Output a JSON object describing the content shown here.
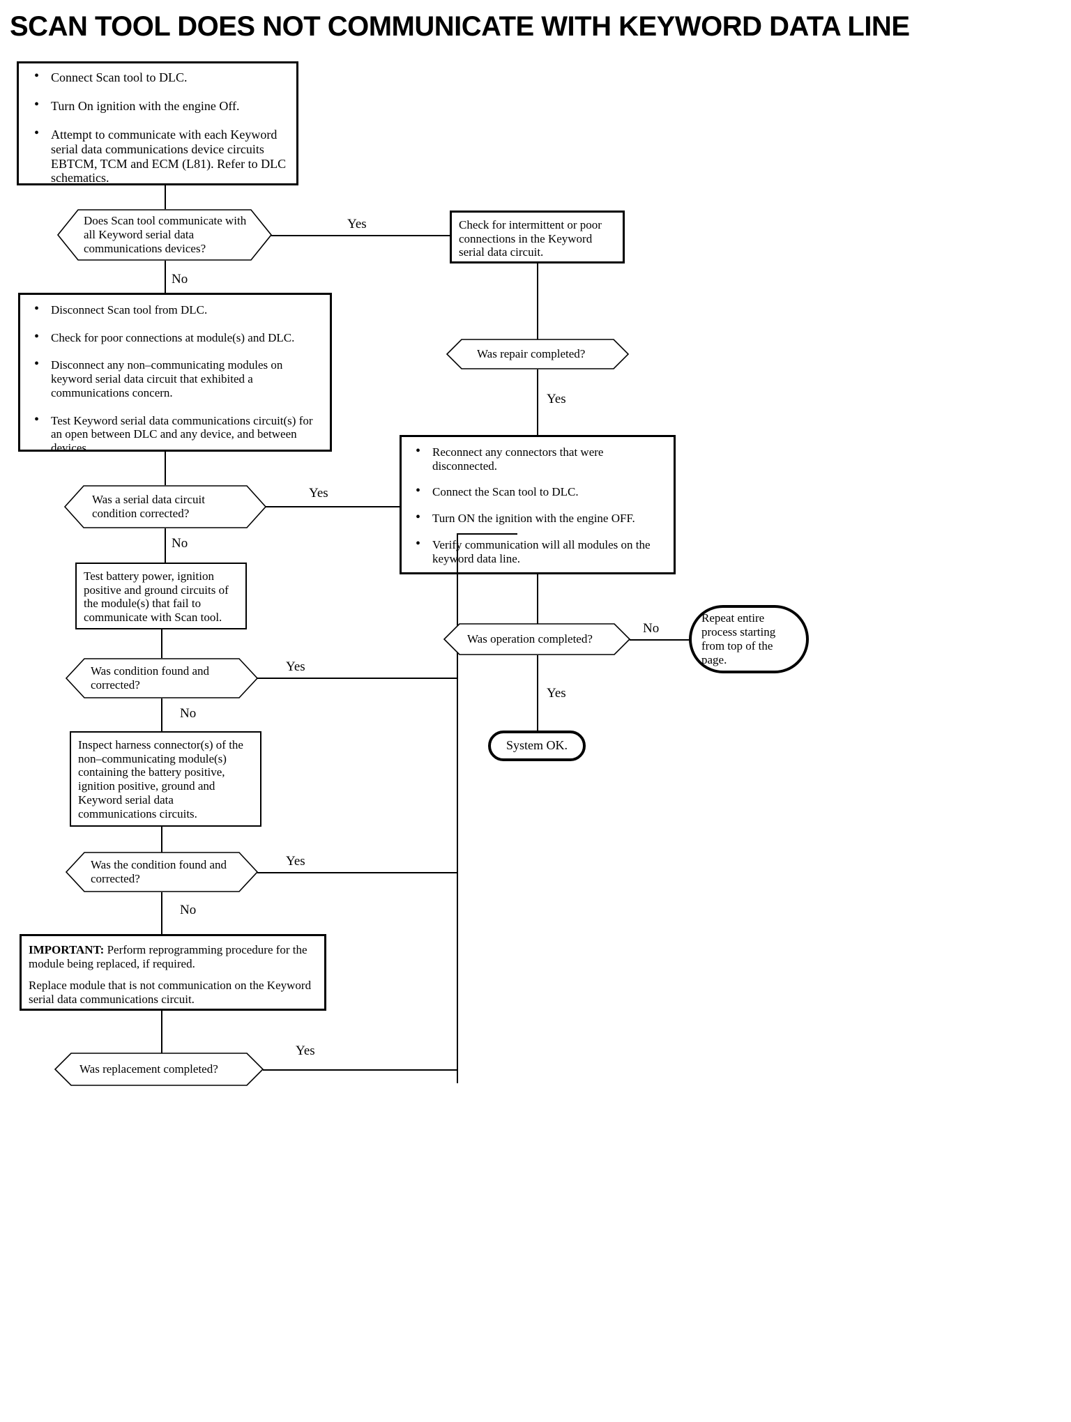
{
  "title": "SCAN TOOL DOES NOT COMMUNICATE WITH KEYWORD DATA LINE",
  "nodes": {
    "start_steps": {
      "type": "process",
      "bullets": [
        "Connect Scan tool to DLC.",
        "Turn On ignition with the engine Off.",
        "Attempt to communicate with each Keyword serial data communications device circuits EBTCM, TCM and ECM (L81). Refer to DLC schematics."
      ]
    },
    "decision_scan_communicates": {
      "type": "decision",
      "text": "Does Scan tool communicate with all Keyword serial data communications devices?"
    },
    "check_intermittent": {
      "type": "process",
      "text": "Check for intermittent or poor connections in the Keyword serial data circuit."
    },
    "decision_repair_completed": {
      "type": "decision",
      "text": "Was repair completed?"
    },
    "disconnect_steps": {
      "type": "process",
      "bullets": [
        "Disconnect Scan tool from DLC.",
        "Check for poor connections at module(s) and DLC.",
        "Disconnect any non–communicating modules on keyword serial data circuit that exhibited a communications concern.",
        "Test Keyword serial data communications circuit(s) for an open between DLC and any device, and between devices."
      ]
    },
    "decision_serial_data_corrected": {
      "type": "decision",
      "text": "Was a serial data circuit condition corrected?"
    },
    "reconnect_steps": {
      "type": "process",
      "bullets": [
        "Reconnect any connectors that were disconnected.",
        "Connect the Scan tool to DLC.",
        "Turn ON the ignition with the engine OFF.",
        "Verify communication will all modules on the keyword data line."
      ]
    },
    "test_battery_power": {
      "type": "process",
      "text": "Test battery power, ignition positive and ground circuits of the module(s) that fail to communicate with Scan tool."
    },
    "decision_condition_found_1": {
      "type": "decision",
      "text": "Was  condition found and corrected?"
    },
    "inspect_harness": {
      "type": "process",
      "text": "Inspect harness connector(s) of the non–communicating module(s) containing the battery positive, ignition positive, ground and Keyword serial data communications circuits."
    },
    "decision_condition_found_2": {
      "type": "decision",
      "text": "Was the condition found and corrected?"
    },
    "important_replace": {
      "type": "process",
      "paragraphs": [
        {
          "lead": "IMPORTANT:",
          "rest": " Perform reprogramming procedure for the module being replaced, if required."
        },
        {
          "lead": "",
          "rest": "Replace module that is not communication on the Keyword serial data communications circuit."
        }
      ]
    },
    "decision_replacement_completed": {
      "type": "decision",
      "text": "Was replacement completed?"
    },
    "decision_operation_completed": {
      "type": "decision",
      "text": "Was operation completed?"
    },
    "repeat_process": {
      "type": "terminator",
      "text": "Repeat entire process starting from top of the page."
    },
    "system_ok": {
      "type": "terminator",
      "text": "System OK."
    }
  },
  "edge_labels": {
    "scan_comm_yes": "Yes",
    "scan_comm_no": "No",
    "repair_completed_yes": "Yes",
    "serial_data_yes": "Yes",
    "serial_data_no": "No",
    "condition1_yes": "Yes",
    "condition1_no": "No",
    "condition2_yes": "Yes",
    "condition2_no": "No",
    "replacement_yes": "Yes",
    "operation_no": "No",
    "operation_yes": "Yes"
  },
  "colors": {
    "ink": "#000000",
    "paper": "#ffffff"
  }
}
